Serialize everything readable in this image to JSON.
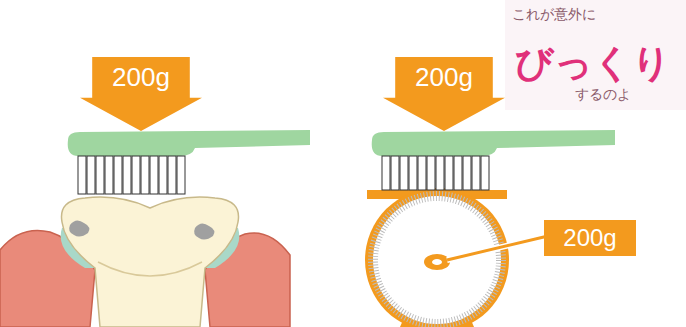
{
  "diagram": {
    "nodes": [
      {
        "text": [
          "200g"
        ]
      },
      {
        "text": [
          "200g"
        ]
      },
      {
        "text": [
          "200g"
        ]
      }
    ],
    "labels": [
      "これが意外に",
      "びっくり",
      "するのよ"
    ]
  }
}
